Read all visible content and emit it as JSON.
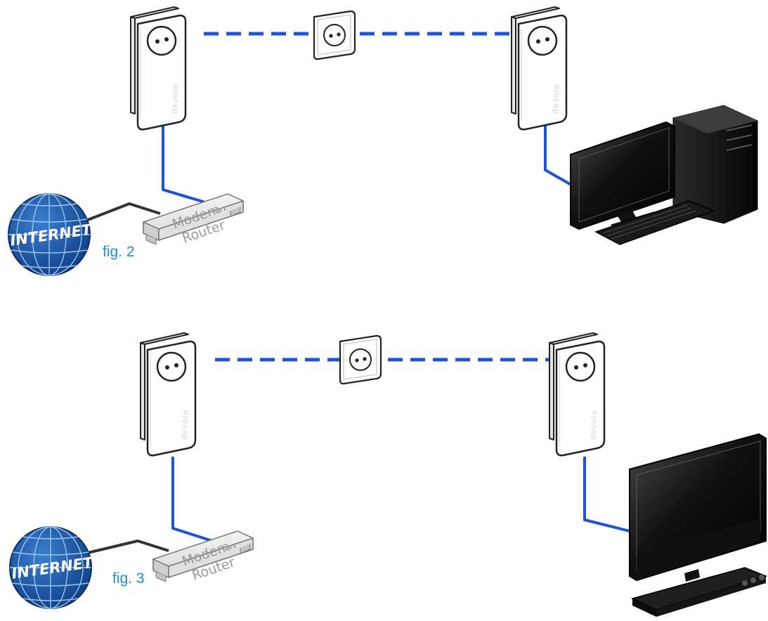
{
  "figures": [
    {
      "caption": "fig. 2",
      "globe_label": "INTERNET",
      "router_label_line1": "Modem",
      "router_label_line2": "Router",
      "adapter_brand": "devolo",
      "end_device": "desktop-computer"
    },
    {
      "caption": "fig. 3",
      "globe_label": "INTERNET",
      "router_label_line1": "Modem",
      "router_label_line2": "Router",
      "adapter_brand": "devolo",
      "end_device": "television"
    }
  ],
  "colors": {
    "network_cable": "#1d54d6",
    "powerline_link": "#1d54d6",
    "internet_cable": "#333333",
    "globe_fill": "#1a5aa8",
    "caption_text": "#1a8fd6"
  }
}
